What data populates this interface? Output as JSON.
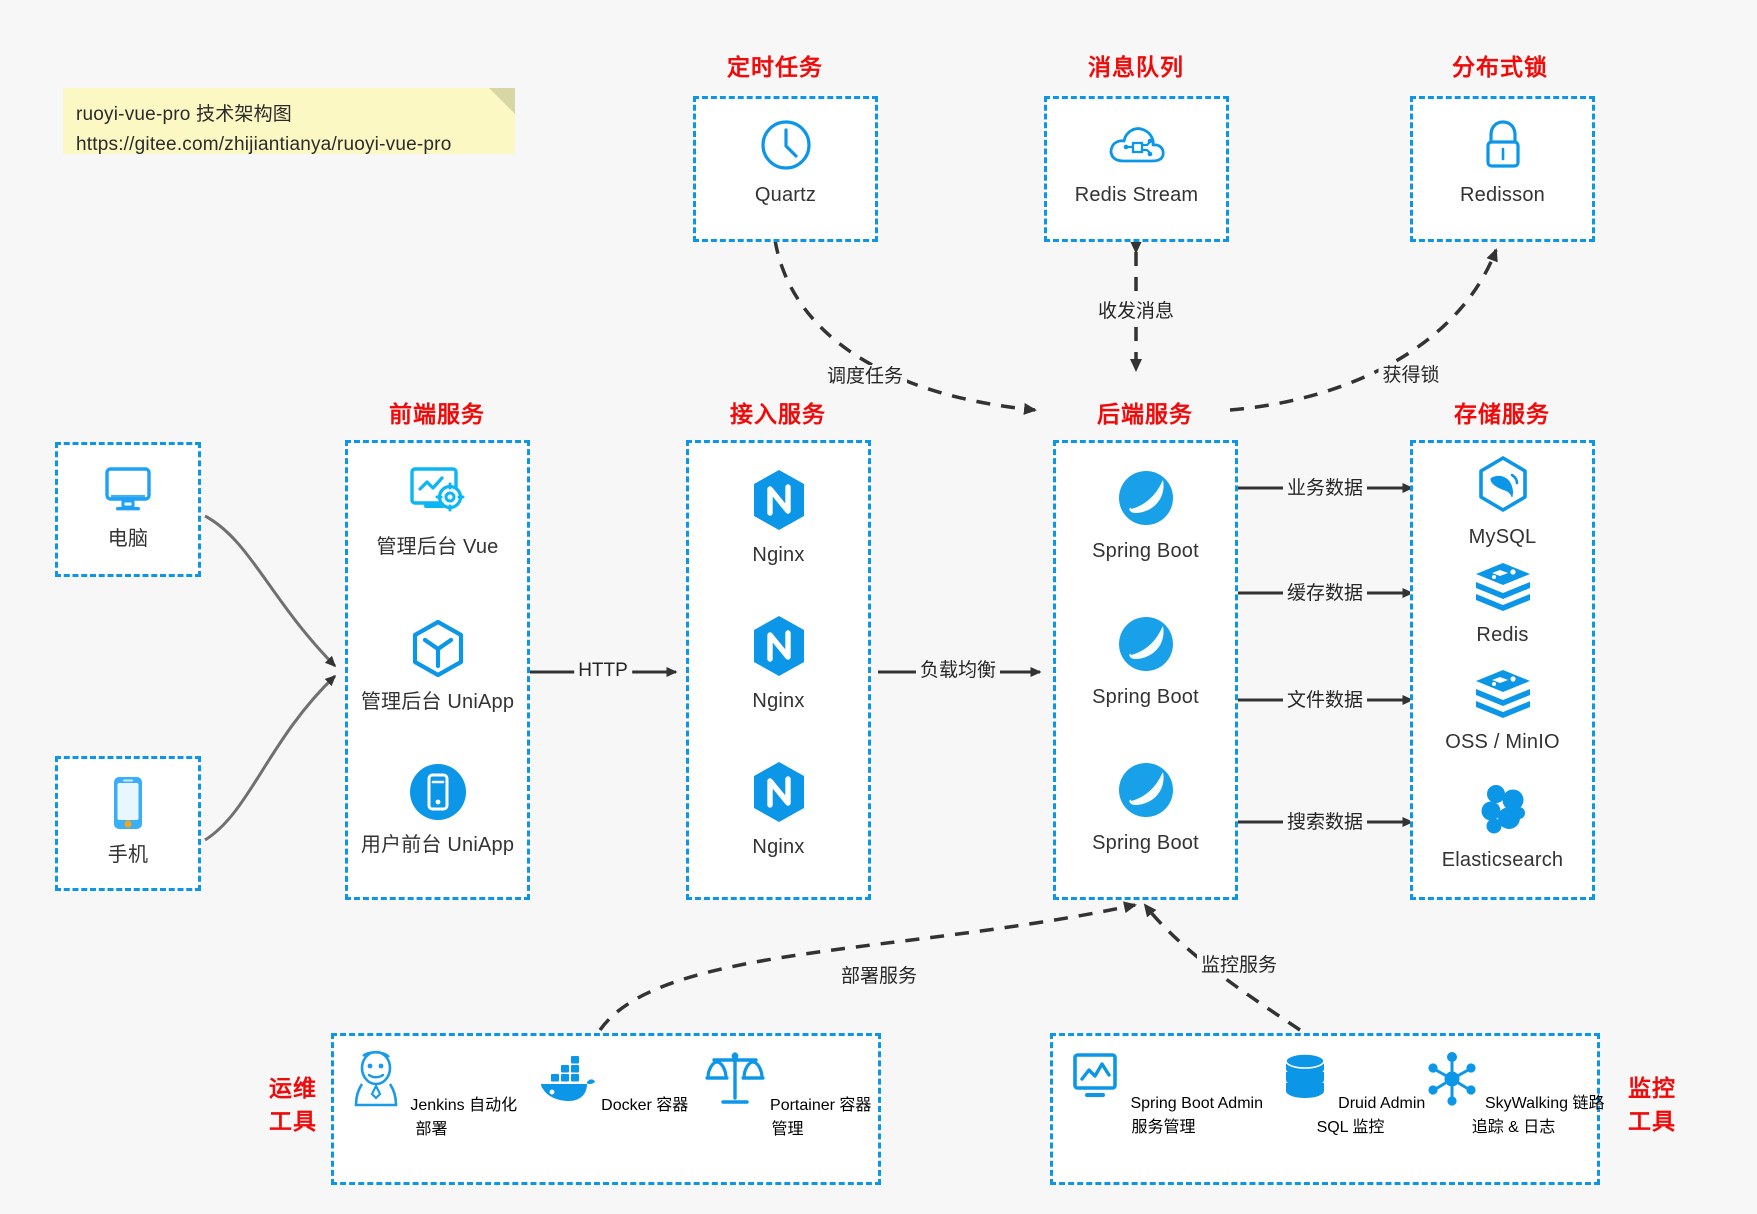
{
  "note": {
    "line1": "ruoyi-vue-pro 技术架构图",
    "line2": "https://gitee.com/zhijiantianya/ruoyi-vue-pro"
  },
  "colors": {
    "box_border": "#0c96e8",
    "group_title": "#f00a0a",
    "icon_blue": "#0c96e8",
    "edge": "#333333",
    "note_bg": "#fbf8c4",
    "page_bg": "#f7f7f7"
  },
  "groups": {
    "scheduler": {
      "title": "定时任务",
      "nodes": [
        {
          "label": "Quartz",
          "icon": "clock-icon"
        }
      ]
    },
    "mq": {
      "title": "消息队列",
      "nodes": [
        {
          "label": "Redis Stream",
          "icon": "cloud-network-icon"
        }
      ]
    },
    "lock": {
      "title": "分布式锁",
      "nodes": [
        {
          "label": "Redisson",
          "icon": "lock-icon"
        }
      ]
    },
    "clients": {
      "nodes": [
        {
          "label": "电脑",
          "icon": "desktop-icon"
        },
        {
          "label": "手机",
          "icon": "mobile-phone-icon"
        }
      ]
    },
    "frontend": {
      "title": "前端服务",
      "nodes": [
        {
          "label": "管理后台 Vue",
          "icon": "dashboard-gear-icon"
        },
        {
          "label": "管理后台 UniApp",
          "icon": "hexagon-cube-icon"
        },
        {
          "label": "用户前台 UniApp",
          "icon": "phone-app-icon"
        }
      ]
    },
    "gateway": {
      "title": "接入服务",
      "nodes": [
        {
          "label": "Nginx",
          "icon": "nginx-icon"
        },
        {
          "label": "Nginx",
          "icon": "nginx-icon"
        },
        {
          "label": "Nginx",
          "icon": "nginx-icon"
        }
      ]
    },
    "backend": {
      "title": "后端服务",
      "nodes": [
        {
          "label": "Spring Boot",
          "icon": "spring-boot-icon"
        },
        {
          "label": "Spring Boot",
          "icon": "spring-boot-icon"
        },
        {
          "label": "Spring Boot",
          "icon": "spring-boot-icon"
        }
      ]
    },
    "storage": {
      "title": "存储服务",
      "nodes": [
        {
          "label": "MySQL",
          "icon": "mysql-dolphin-icon"
        },
        {
          "label": "Redis",
          "icon": "redis-stack-icon"
        },
        {
          "label": "OSS / MinIO",
          "icon": "object-storage-icon"
        },
        {
          "label": "Elasticsearch",
          "icon": "elasticsearch-icon"
        }
      ]
    },
    "devops": {
      "title_line1": "运维",
      "title_line2": "工具",
      "nodes": [
        {
          "label": "Jenkins",
          "sublabel": "自动化部署",
          "icon": "jenkins-butler-icon"
        },
        {
          "label": "Docker",
          "sublabel": "容器",
          "icon": "docker-whale-icon"
        },
        {
          "label": "Portainer",
          "sublabel": "容器管理",
          "icon": "scales-icon"
        }
      ]
    },
    "monitor": {
      "title_line1": "监控",
      "title_line2": "工具",
      "nodes": [
        {
          "label": "Spring Boot Admin",
          "sublabel": "服务管理",
          "icon": "monitor-chart-icon"
        },
        {
          "label": "Druid Admin",
          "sublabel": "SQL 监控",
          "icon": "database-icon"
        },
        {
          "label": "SkyWalking",
          "sublabel": "链路追踪 & 日志",
          "icon": "skywalking-icon"
        }
      ]
    }
  },
  "edges": [
    {
      "id": "http",
      "label": "HTTP",
      "from": "frontend",
      "to": "gateway",
      "style": "solid"
    },
    {
      "id": "lb",
      "label": "负载均衡",
      "from": "gateway",
      "to": "backend",
      "style": "solid"
    },
    {
      "id": "schedule",
      "label": "调度任务",
      "from": "scheduler",
      "to": "backend",
      "style": "dashed"
    },
    {
      "id": "message",
      "label": "收发消息",
      "from": "mq",
      "to": "backend",
      "style": "dashed-bidirectional"
    },
    {
      "id": "acquire-lock",
      "label": "获得锁",
      "from": "backend",
      "to": "lock",
      "style": "dashed"
    },
    {
      "id": "biz-data",
      "label": "业务数据",
      "from": "backend",
      "to": "mysql",
      "style": "solid"
    },
    {
      "id": "cache-data",
      "label": "缓存数据",
      "from": "backend",
      "to": "redis",
      "style": "solid"
    },
    {
      "id": "file-data",
      "label": "文件数据",
      "from": "backend",
      "to": "oss",
      "style": "solid"
    },
    {
      "id": "search-data",
      "label": "搜索数据",
      "from": "backend",
      "to": "elasticsearch",
      "style": "solid"
    },
    {
      "id": "deploy",
      "label": "部署服务",
      "from": "devops",
      "to": "backend",
      "style": "dashed"
    },
    {
      "id": "observe",
      "label": "监控服务",
      "from": "monitor",
      "to": "backend",
      "style": "dashed"
    }
  ]
}
